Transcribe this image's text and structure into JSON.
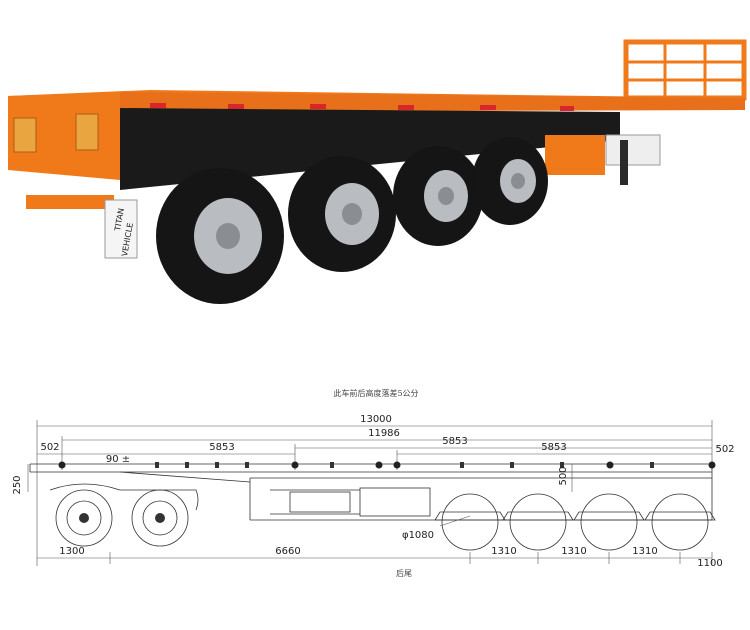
{
  "photo": {
    "brand_text_line1": "TITAN",
    "brand_text_line2": "VEHICLE",
    "colors": {
      "body": "#f07a1a",
      "frame": "#1a1a1a",
      "tire": "#151515",
      "rim": "#b9bcc0",
      "stripe_red": "#d8262b"
    },
    "axle_count": 4
  },
  "drawing": {
    "note_top": "此车前后高度落差5公分",
    "note_bottom": "后尾",
    "dims": {
      "total_length": "13000",
      "inner_length": "11986",
      "front_offset": "502",
      "rear_offset": "502",
      "seg_1": "5853",
      "seg_2": "5853",
      "seg_3": "5853",
      "height_left": "250",
      "height_right": "500",
      "wheel_dia": "φ1080",
      "kingpin": "1300",
      "wheelbase": "6660",
      "axle_1": "1310",
      "axle_2": "1310",
      "axle_3": "1310",
      "rear_overhang": "1100",
      "small_label": "90 ±"
    }
  }
}
